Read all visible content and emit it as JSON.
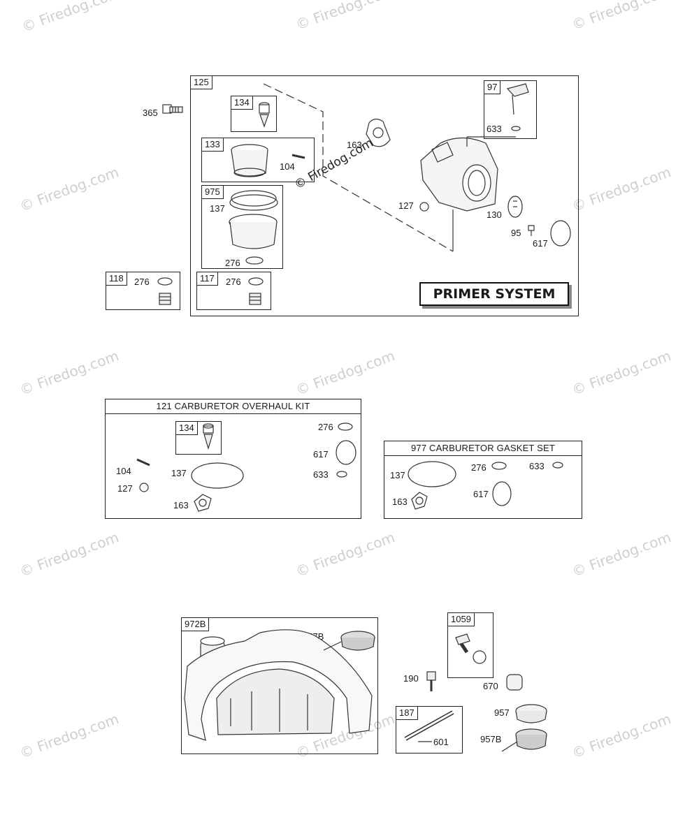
{
  "watermark": "© Firedog.com",
  "credit": "© Firedog.com",
  "primer_system": {
    "title": "PRIMER SYSTEM",
    "box_tag": "125",
    "sub_boxes": {
      "b134": "134",
      "b133": "133",
      "b975": "975",
      "b97": "97",
      "b118": "118",
      "b117": "117"
    },
    "callouts": {
      "n365": "365",
      "n104": "104",
      "n137": "137",
      "n276a": "276",
      "n276b": "276",
      "n276c": "276",
      "n163": "163",
      "n127": "127",
      "n633": "633",
      "n130": "130",
      "n95": "95",
      "n617": "617"
    }
  },
  "overhaul_kit": {
    "title": "121 CARBURETOR OVERHAUL KIT",
    "sub_tag": "134",
    "callouts": {
      "n276": "276",
      "n617": "617",
      "n104": "104",
      "n137": "137",
      "n633": "633",
      "n127": "127",
      "n163": "163"
    }
  },
  "gasket_set": {
    "title": "977 CARBURETOR GASKET SET",
    "callouts": {
      "n137": "137",
      "n276": "276",
      "n633": "633",
      "n163": "163",
      "n617": "617"
    }
  },
  "tank_group": {
    "tank_tag": "972B",
    "tag_1059": "1059",
    "tag_187": "187",
    "callouts": {
      "n957b_a": "957B",
      "n190": "190",
      "n670": "670",
      "n957": "957",
      "n601": "601",
      "n957b_b": "957B"
    }
  }
}
